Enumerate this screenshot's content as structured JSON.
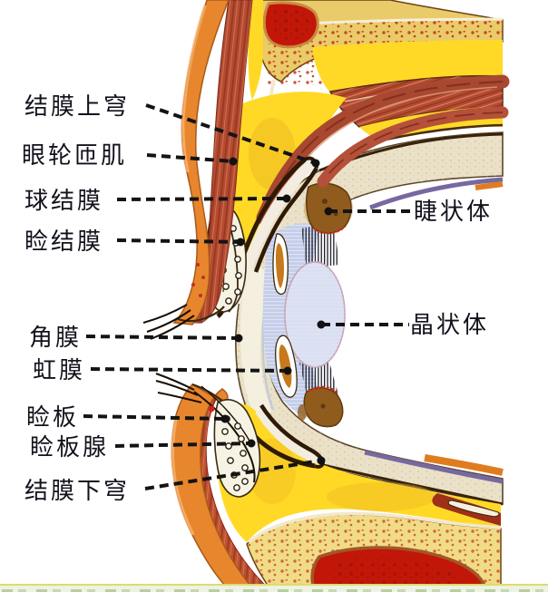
{
  "figure": {
    "type": "anatomical-diagram",
    "subject": "sagittal section of eyelids and anterior eyeball",
    "labels": [
      {
        "id": "superior-conjunctival-fornix",
        "text": "结膜上穹",
        "side": "left"
      },
      {
        "id": "orbicularis-oculi-muscle",
        "text": "眼轮匝肌",
        "side": "left"
      },
      {
        "id": "bulbar-conjunctiva",
        "text": "球结膜",
        "side": "left"
      },
      {
        "id": "palpebral-conjunctiva",
        "text": "睑结膜",
        "side": "left"
      },
      {
        "id": "cornea",
        "text": "角膜",
        "side": "left"
      },
      {
        "id": "iris",
        "text": "虹膜",
        "side": "left"
      },
      {
        "id": "tarsal-plate",
        "text": "睑板",
        "side": "left"
      },
      {
        "id": "tarsal-gland",
        "text": "睑板腺",
        "side": "left"
      },
      {
        "id": "inferior-conjunctival-fornix",
        "text": "结膜下穹",
        "side": "left"
      },
      {
        "id": "ciliary-body",
        "text": "睫状体",
        "side": "right"
      },
      {
        "id": "crystalline-lens",
        "text": "晶状体",
        "side": "right"
      }
    ],
    "palette": {
      "skin": "#E8862E",
      "muscle": "#B54A30",
      "fat": "#FFD926",
      "bone": "#E9CB69",
      "marrow": "#C21708",
      "sclera": "#EAE1C8",
      "choroid": "#7768A0",
      "lens": "#DADFF2",
      "chamber": "#C5CEE9",
      "ciliary": "#8F5C1E",
      "leader": "#141414",
      "tarsus": "#F7F3E4"
    }
  }
}
